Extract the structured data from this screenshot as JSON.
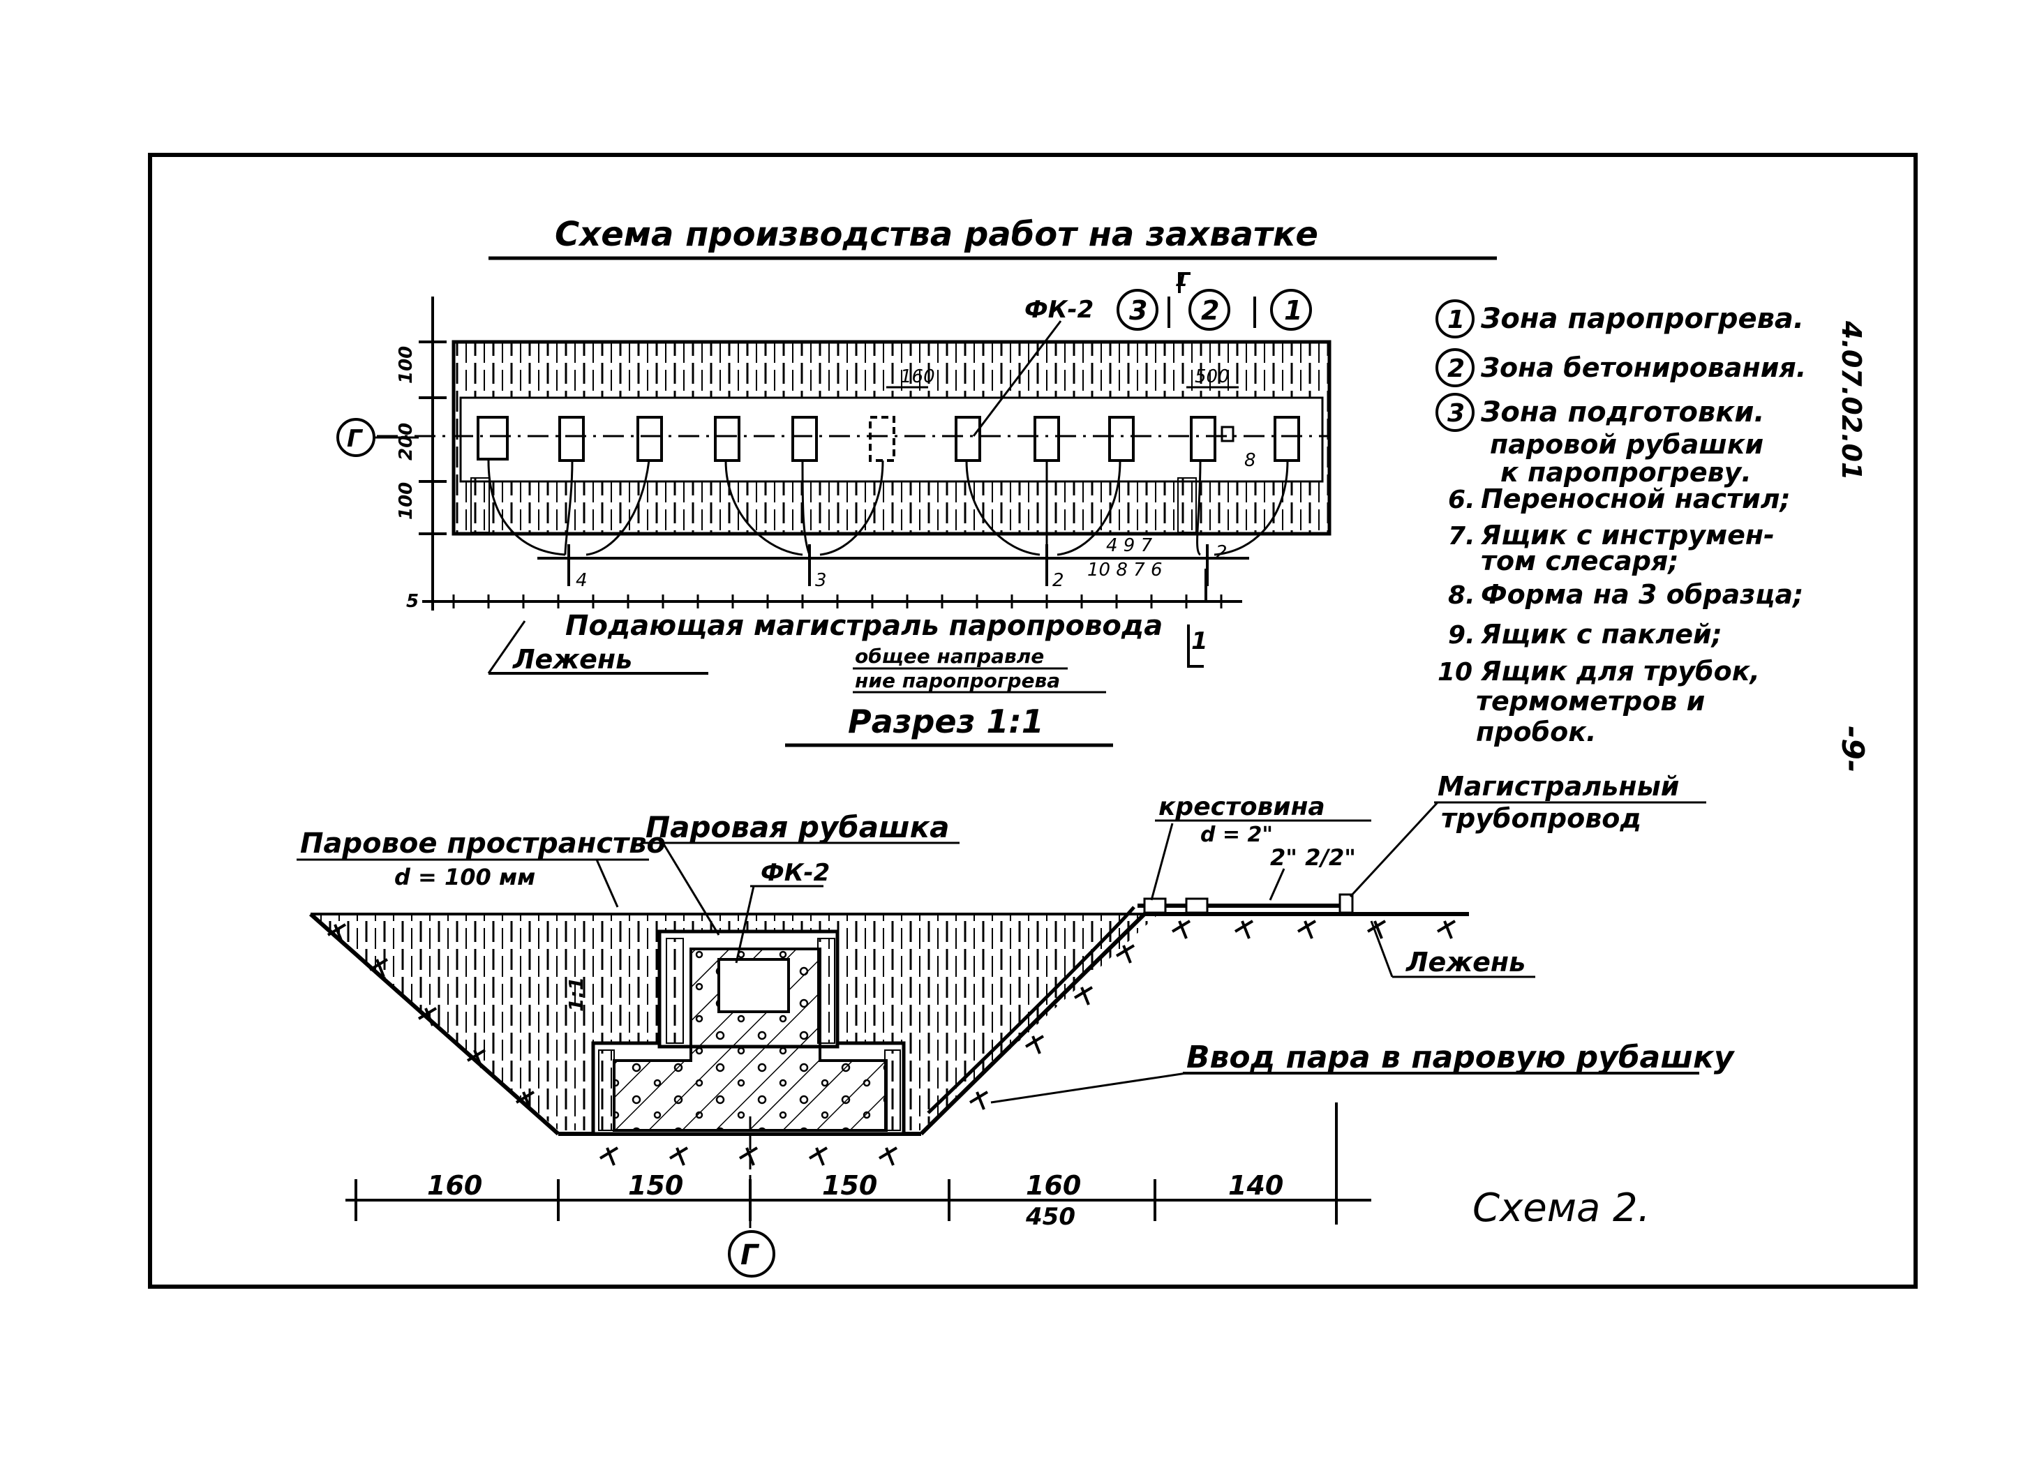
{
  "plan": {
    "title": "Схема производства работ на захватке",
    "zone_markers": [
      "3",
      "2",
      "1"
    ],
    "fk_label": "ФК-2",
    "section_mark": "1",
    "section_mark_bottom": "1",
    "grid_axis": "Г",
    "left_dims": [
      "100",
      "200",
      "100"
    ],
    "bottom_dim": "5",
    "dim_160": "160",
    "dim_500": "500",
    "pipe_numbers": [
      "4",
      "3",
      "2",
      "2"
    ],
    "tool_numbers": "10 8 7 6",
    "tool_numbers_top": "4 9 7",
    "item_8": "8",
    "main_pipe_label": "Подающая магистраль паропровода",
    "bank_label": "Лежень",
    "direction_label_1": "общее направле",
    "direction_label_2": "ние паропрогрева"
  },
  "legend": [
    {
      "marker": "1",
      "text": "Зона паропрогрева."
    },
    {
      "marker": "2",
      "text": "Зона бетонирования."
    },
    {
      "marker": "3",
      "text": "Зона подготовки."
    },
    {
      "marker": "",
      "text": "паровой рубашки"
    },
    {
      "marker": "",
      "text": "к паропрогреву."
    },
    {
      "marker": "6.",
      "text": "Переносной настил;"
    },
    {
      "marker": "7.",
      "text": "Ящик с инструмен-"
    },
    {
      "marker": "",
      "text": "том слесаря;"
    },
    {
      "marker": "8.",
      "text": "Форма на 3 образца;"
    },
    {
      "marker": "9.",
      "text": "Ящик с паклей;"
    },
    {
      "marker": "10",
      "text": "Ящик для трубок,"
    },
    {
      "marker": "",
      "text": "термометров и"
    },
    {
      "marker": "",
      "text": "пробок."
    }
  ],
  "doc_code": "4.07.02.01",
  "page_number": "-9-",
  "section": {
    "title": "Разрез 1:1",
    "steam_space_label": "Паровое пространство",
    "steam_space_dim": "d = 100 мм",
    "steam_jacket_label": "Паровая рубашка",
    "fk_label": "ФК-2",
    "cross_label": "крестовина",
    "cross_dim": "d = 2\"",
    "pipe_dim": "2\" 2/2\"",
    "main_pipe_label_1": "Магистральный",
    "main_pipe_label_2": "трубопровод",
    "bank_label": "Лежень",
    "slope_label": "1:1",
    "steam_input_label": "Ввод пара в паровую рубашку",
    "dims": [
      "160",
      "150",
      "150",
      "160",
      "140"
    ],
    "total_dim": "450",
    "grid_axis": "Г",
    "scheme_label": "Схема 2."
  }
}
